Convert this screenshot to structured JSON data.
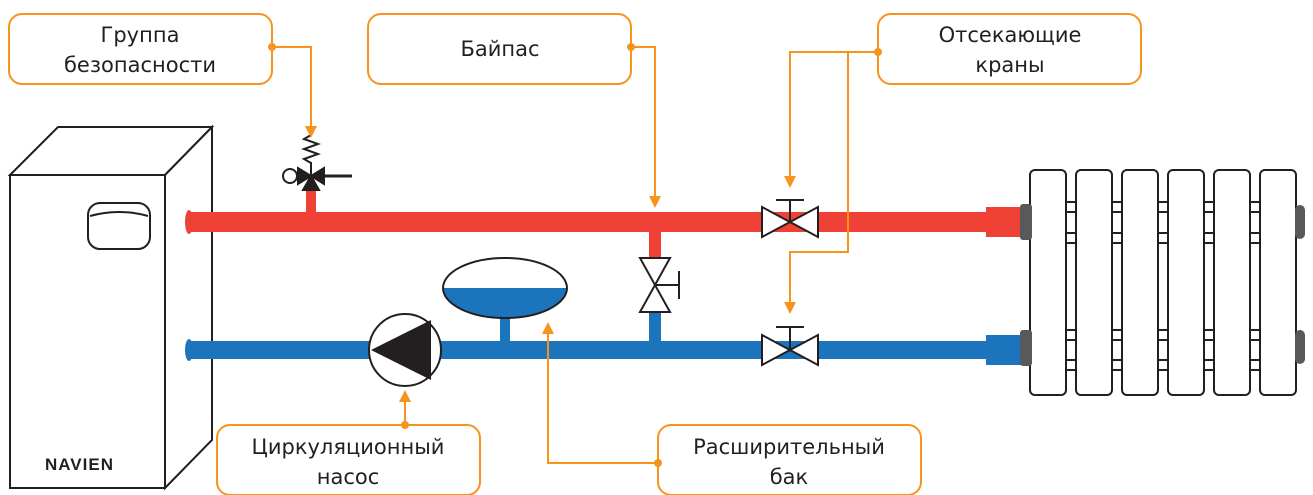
{
  "callouts": {
    "safety_group": {
      "line1": "Группа",
      "line2": "безопасности"
    },
    "bypass": {
      "line1": "Байпас"
    },
    "shutoff_valves": {
      "line1": "Отсекающие",
      "line2": "краны"
    },
    "circulation_pump": {
      "line1": "Циркуляционный",
      "line2": "насос"
    },
    "expansion_tank": {
      "line1": "Расширительный",
      "line2": "бак"
    }
  },
  "boiler": {
    "brand": "NAVIEN"
  },
  "colors": {
    "supply_pipe": "#ef4136",
    "return_pipe": "#1c75bc",
    "callout_accent": "#f7941d",
    "outline": "#231f20",
    "radiator_cap": "#58595b"
  }
}
